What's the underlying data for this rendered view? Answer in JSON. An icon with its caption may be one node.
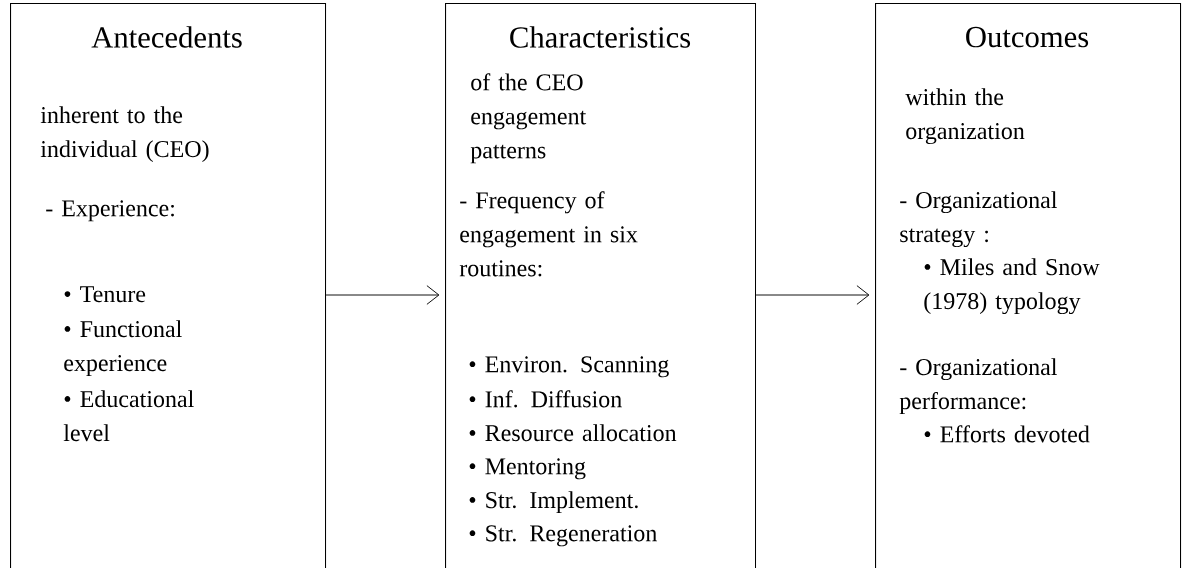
{
  "diagram": {
    "nodes": [
      {
        "text": [
          "Antecedents",
          "inherent to the individual (CEO)",
          "- Experience:",
          "• Tenure",
          "• Functional experience",
          "• Educational level"
        ]
      },
      {
        "text": [
          "Characteristics",
          "of the CEO engagement patterns",
          "- Frequency of engagement in six routines:",
          "• Environ. Scanning",
          "• Inf. Diffusion",
          "• Resource allocation",
          "• Mentoring",
          "• Str. Implement.",
          "• Str. Regeneration"
        ]
      },
      {
        "text": [
          "Outcomes",
          "within the organization",
          "- Organizational strategy :",
          "• Miles and Snow (1978) typology",
          "- Organizational performance:",
          "• Efforts devoted"
        ]
      }
    ],
    "edges": [
      {
        "from": 0,
        "to": 1,
        "arrow": "to"
      },
      {
        "from": 1,
        "to": 2,
        "arrow": "to"
      }
    ]
  }
}
